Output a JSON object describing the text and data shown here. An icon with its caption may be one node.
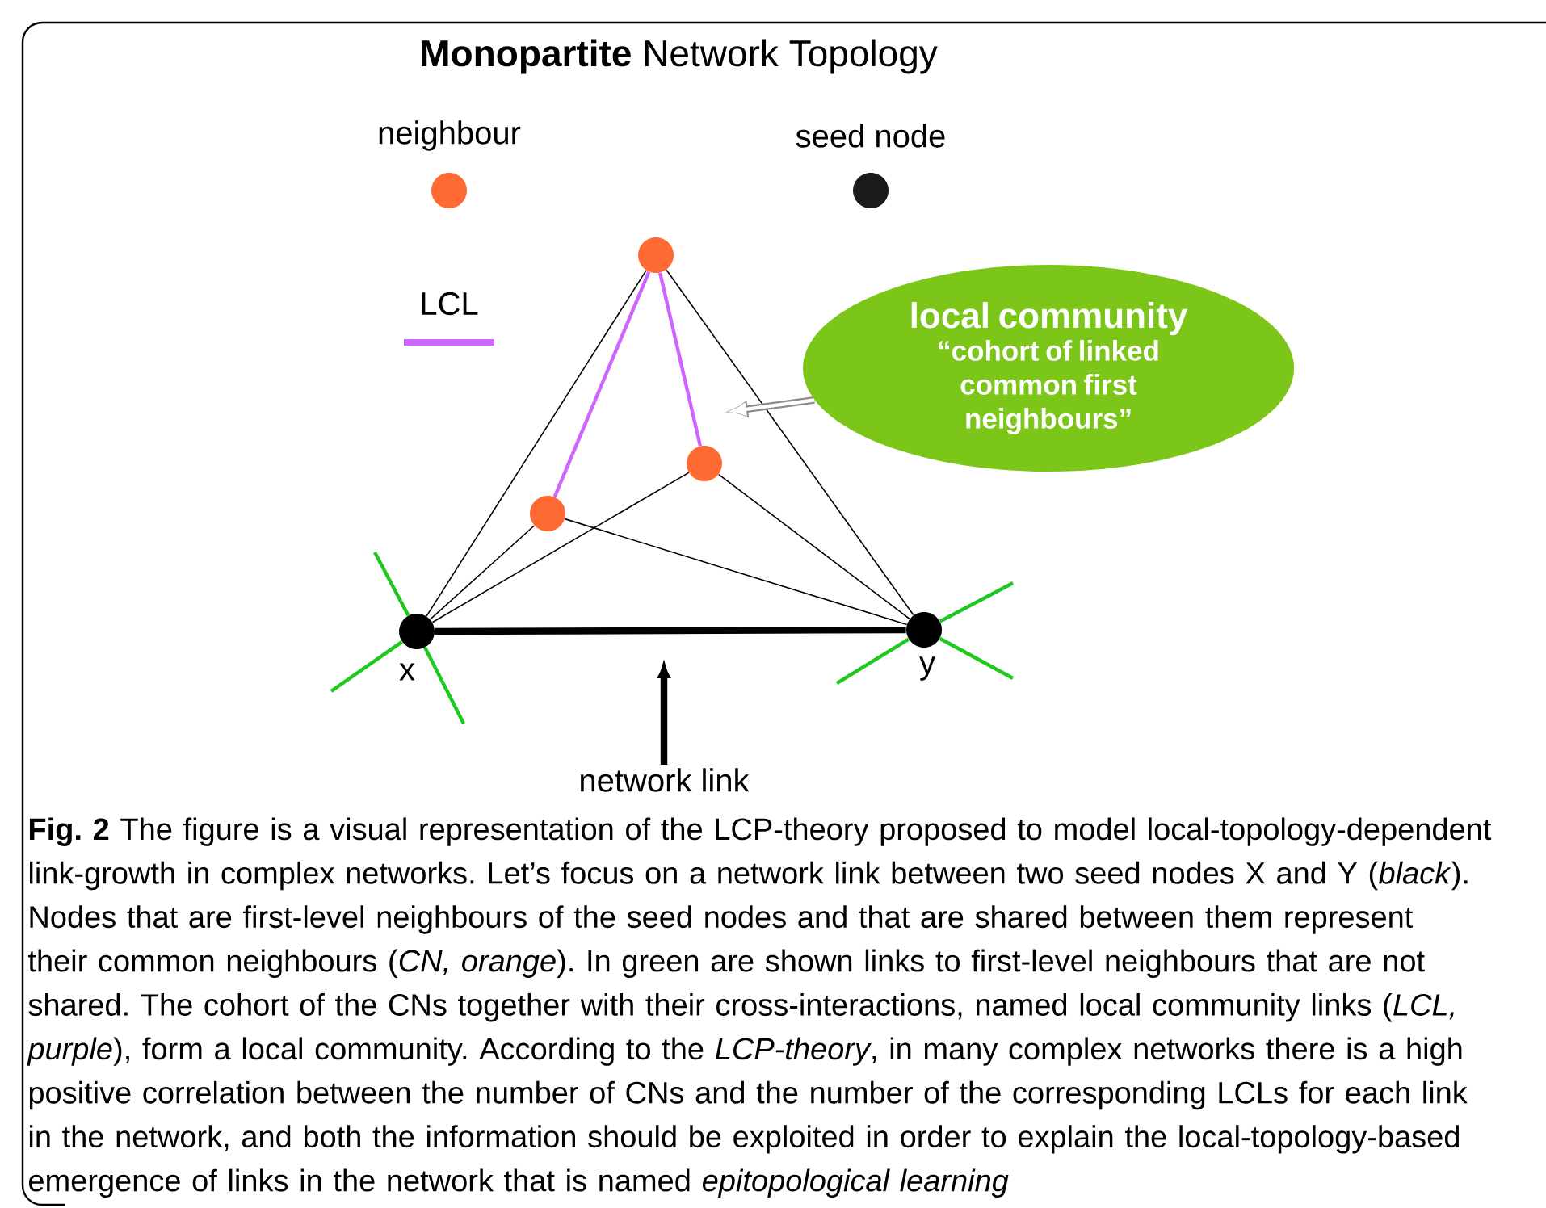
{
  "diagram": {
    "title": "**Monopartite** Network Topology",
    "caption": "**Fig. 2** The figure is a visual representation of the LCP-theory proposed to model local-topology-dependent link-growth in complex networks. Let’s focus on a network link between two seed nodes X and Y (*black*). Nodes that are first-level neighbours of the seed nodes and that are shared between them represent their common neighbours (*CN, orange*). In green are shown links to first-level neighbours that are not shared. The cohort of the CNs together with their cross-interactions, named local community links (*LCL, purple*), form a local community. According to the *LCP-theory*, in many complex networks there is a high positive correlation between the number of CNs and the number of the corresponding LCLs for each link in the network, and both the information should be exploited in order to explain the local-topology-based emergence of links in the network that is named *epitopological learning*",
    "nodes": [
      {
        "text": [],
        "shape": "circle",
        "beside": [
          "x"
        ]
      },
      {
        "text": [],
        "shape": "circle",
        "beside": [
          "y"
        ]
      },
      {
        "text": [],
        "shape": "circle"
      },
      {
        "text": [],
        "shape": "circle"
      },
      {
        "text": [],
        "shape": "circle"
      },
      {
        "text": [
          "local community",
          "“cohort of linked common first neighbours”"
        ]
      },
      {
        "text": [
          "network link"
        ]
      }
    ],
    "edges": [
      {
        "from": 0,
        "to": 1,
        "arrow": "none",
        "style": "thick"
      },
      {
        "from": 0,
        "to": 2,
        "arrow": "none"
      },
      {
        "from": 0,
        "to": 3,
        "arrow": "none"
      },
      {
        "from": 0,
        "to": 4,
        "arrow": "none"
      },
      {
        "from": 1,
        "to": 2,
        "arrow": "none"
      },
      {
        "from": 1,
        "to": 3,
        "arrow": "none"
      },
      {
        "from": 1,
        "to": 4,
        "arrow": "none"
      },
      {
        "from": 2,
        "to": 3,
        "arrow": "none",
        "color": "#cc66ff"
      },
      {
        "from": 2,
        "to": 4,
        "arrow": "none",
        "color": "#cc66ff"
      },
      {
        "from": 0,
        "to": null,
        "arrow": "none",
        "color": "#1ec81e"
      },
      {
        "from": 0,
        "to": null,
        "arrow": "none",
        "color": "#1ec81e"
      },
      {
        "from": 0,
        "to": null,
        "arrow": "none",
        "color": "#1ec81e"
      },
      {
        "from": 1,
        "to": null,
        "arrow": "none",
        "color": "#1ec81e"
      },
      {
        "from": 1,
        "to": null,
        "arrow": "none",
        "color": "#1ec81e"
      },
      {
        "from": 1,
        "to": null,
        "arrow": "none",
        "color": "#1ec81e"
      },
      {
        "from": 5,
        "to": null,
        "arrow": "to",
        "color": "#ffffff"
      },
      {
        "from": 6,
        "to": null,
        "arrow": "to",
        "style": "thick"
      }
    ],
    "legend": [
      {
        "text": "neighbour",
        "color": "#ff6a33"
      },
      {
        "text": "seed node",
        "color": "#1a1a1a"
      },
      {
        "text": "LCL",
        "color": "#cc66ff"
      }
    ]
  }
}
